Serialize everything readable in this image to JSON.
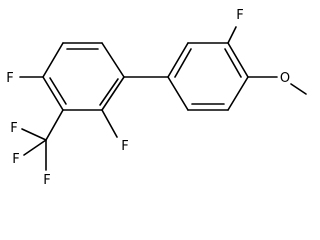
{
  "molecule": {
    "atom_labels": {
      "fluorine_left": "F",
      "fluorine_ring_ortho": "F",
      "fluorine_cf3_1": "F",
      "fluorine_cf3_2": "F",
      "fluorine_cf3_3": "F",
      "fluorine_right_ring": "F",
      "oxygen_methoxy": "O"
    }
  }
}
